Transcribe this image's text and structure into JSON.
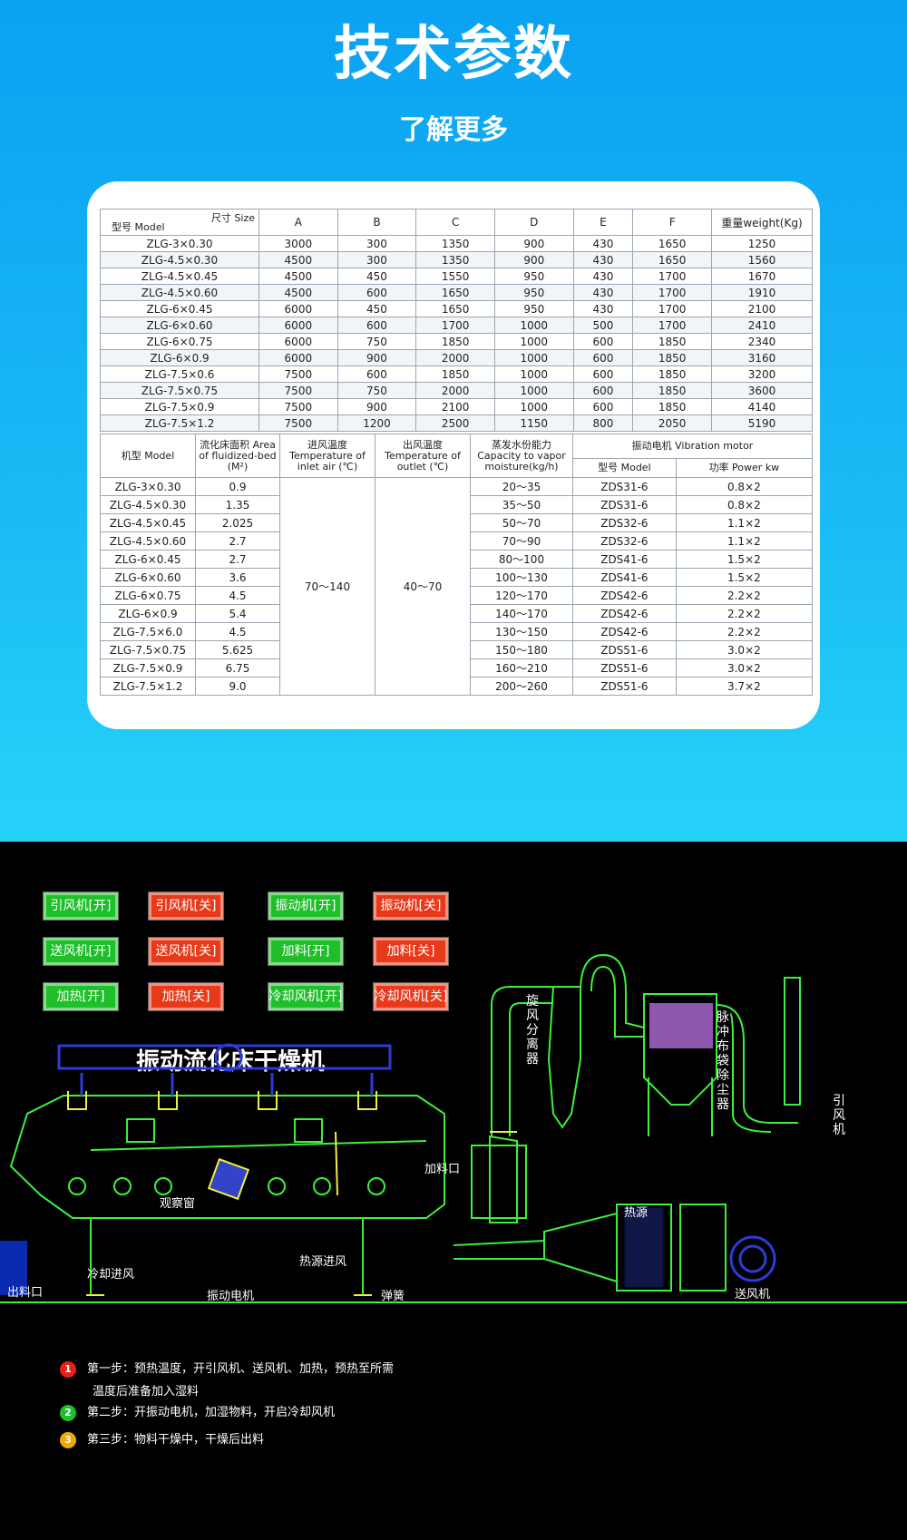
{
  "header": {
    "title": "技术参数",
    "subtitle": "了解更多"
  },
  "table1": {
    "corner_top": "尺寸 Size",
    "corner_bottom": "型号 Model",
    "columns": [
      "A",
      "B",
      "C",
      "D",
      "E",
      "F",
      "重量weight(Kg)"
    ],
    "rows": [
      [
        "ZLG-3×0.30",
        "3000",
        "300",
        "1350",
        "900",
        "430",
        "1650",
        "1250"
      ],
      [
        "ZLG-4.5×0.30",
        "4500",
        "300",
        "1350",
        "900",
        "430",
        "1650",
        "1560"
      ],
      [
        "ZLG-4.5×0.45",
        "4500",
        "450",
        "1550",
        "950",
        "430",
        "1700",
        "1670"
      ],
      [
        "ZLG-4.5×0.60",
        "4500",
        "600",
        "1650",
        "950",
        "430",
        "1700",
        "1910"
      ],
      [
        "ZLG-6×0.45",
        "6000",
        "450",
        "1650",
        "950",
        "430",
        "1700",
        "2100"
      ],
      [
        "ZLG-6×0.60",
        "6000",
        "600",
        "1700",
        "1000",
        "500",
        "1700",
        "2410"
      ],
      [
        "ZLG-6×0.75",
        "6000",
        "750",
        "1850",
        "1000",
        "600",
        "1850",
        "2340"
      ],
      [
        "ZLG-6×0.9",
        "6000",
        "900",
        "2000",
        "1000",
        "600",
        "1850",
        "3160"
      ],
      [
        "ZLG-7.5×0.6",
        "7500",
        "600",
        "1850",
        "1000",
        "600",
        "1850",
        "3200"
      ],
      [
        "ZLG-7.5×0.75",
        "7500",
        "750",
        "2000",
        "1000",
        "600",
        "1850",
        "3600"
      ],
      [
        "ZLG-7.5×0.9",
        "7500",
        "900",
        "2100",
        "1000",
        "600",
        "1850",
        "4140"
      ],
      [
        "ZLG-7.5×1.2",
        "7500",
        "1200",
        "2500",
        "1150",
        "800",
        "2050",
        "5190"
      ]
    ]
  },
  "table2": {
    "h_model": "机型 Model",
    "h_area": "流化床面积 Area of fluidized-bed (M²)",
    "h_inlet": "进风温度 Temperature of inlet air (℃)",
    "h_outlet": "出风温度 Temperature of outlet (℃)",
    "h_capacity": "蒸发水份能力 Capacity to vapor moisture(kg/h)",
    "h_motor": "振动电机 Vibration motor",
    "h_motor_model": "型号 Model",
    "h_motor_power": "功率 Power kw",
    "inlet_value": "70～140",
    "outlet_value": "40～70",
    "rows": [
      [
        "ZLG-3×0.30",
        "0.9",
        "20～35",
        "ZDS31-6",
        "0.8×2"
      ],
      [
        "ZLG-4.5×0.30",
        "1.35",
        "35～50",
        "ZDS31-6",
        "0.8×2"
      ],
      [
        "ZLG-4.5×0.45",
        "2.025",
        "50～70",
        "ZDS32-6",
        "1.1×2"
      ],
      [
        "ZLG-4.5×0.60",
        "2.7",
        "70～90",
        "ZDS32-6",
        "1.1×2"
      ],
      [
        "ZLG-6×0.45",
        "2.7",
        "80～100",
        "ZDS41-6",
        "1.5×2"
      ],
      [
        "ZLG-6×0.60",
        "3.6",
        "100～130",
        "ZDS41-6",
        "1.5×2"
      ],
      [
        "ZLG-6×0.75",
        "4.5",
        "120～170",
        "ZDS42-6",
        "2.2×2"
      ],
      [
        "ZLG-6×0.9",
        "5.4",
        "140～170",
        "ZDS42-6",
        "2.2×2"
      ],
      [
        "ZLG-7.5×6.0",
        "4.5",
        "130～150",
        "ZDS42-6",
        "2.2×2"
      ],
      [
        "ZLG-7.5×0.75",
        "5.625",
        "150～180",
        "ZDS51-6",
        "3.0×2"
      ],
      [
        "ZLG-7.5×0.9",
        "6.75",
        "160～210",
        "ZDS51-6",
        "3.0×2"
      ],
      [
        "ZLG-7.5×1.2",
        "9.0",
        "200～260",
        "ZDS51-6",
        "3.7×2"
      ]
    ]
  },
  "controls": {
    "buttons": [
      {
        "label": "引风机[开]",
        "state": "on"
      },
      {
        "label": "引风机[关]",
        "state": "off"
      },
      {
        "label": "振动机[开]",
        "state": "on"
      },
      {
        "label": "振动机[关]",
        "state": "off"
      },
      {
        "label": "送风机[开]",
        "state": "on"
      },
      {
        "label": "送风机[关]",
        "state": "off"
      },
      {
        "label": "加料[开]",
        "state": "on"
      },
      {
        "label": "加料[关]",
        "state": "off"
      },
      {
        "label": "加热[开]",
        "state": "on"
      },
      {
        "label": "加热[关]",
        "state": "off"
      },
      {
        "label": "冷却风机[开]",
        "state": "on"
      },
      {
        "label": "冷却风机[关]",
        "state": "off"
      }
    ]
  },
  "diagram": {
    "title": "振动流化床干燥机",
    "labels": {
      "cyclone": "旋风分离器",
      "bag_filter": "脉冲布袋除尘器",
      "induced_fan": "引风机",
      "feed_port": "加料口",
      "window": "观察窗",
      "heat_source": "热源",
      "heat_inlet": "热源进风",
      "cool_inlet": "冷却进风",
      "outlet": "出料口",
      "vib_motor": "振动电机",
      "spring": "弹簧",
      "blower": "送风机"
    }
  },
  "steps": [
    {
      "num": "1",
      "color": "#e8201a",
      "text": "第一步：预热温度，开引风机、送风机、加热，预热至所需",
      "text2": "温度后准备加入湿料"
    },
    {
      "num": "2",
      "color": "#1fbf2b",
      "text": "第二步：开振动电机，加湿物料，开启冷却风机",
      "text2": ""
    },
    {
      "num": "3",
      "color": "#f2a900",
      "text": "第三步：物料干燥中，干燥后出料",
      "text2": ""
    }
  ],
  "colors": {
    "blue_top": "#0aa2f2",
    "blue_bottom": "#27d2f8",
    "on": "#1fbf2b",
    "off": "#e83a1a",
    "line_green": "#3cf03c",
    "line_blue": "#2d3bd8",
    "line_yellow": "#f0f03c"
  }
}
